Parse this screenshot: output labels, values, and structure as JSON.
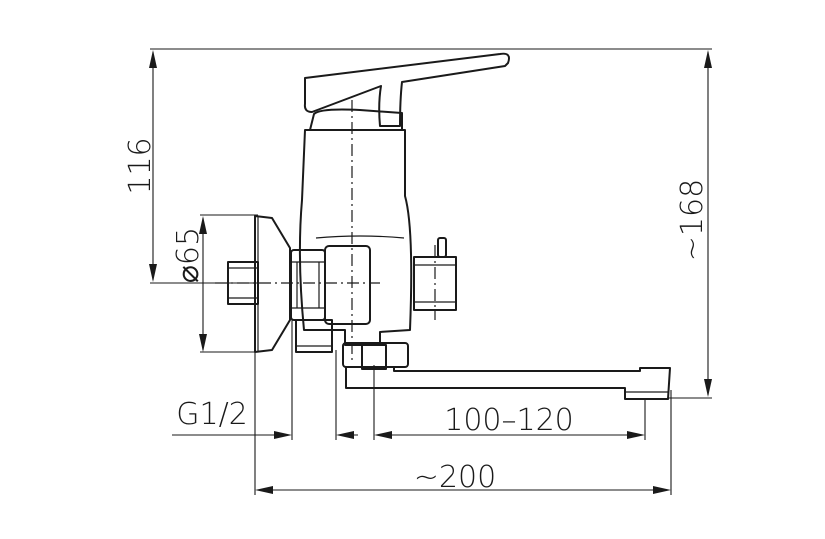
{
  "dimensions": {
    "height_overall": "~168",
    "height_to_axis": "116",
    "flange_diameter": "⌀65",
    "thread": "G1/2",
    "spout_reach": "100–120",
    "overall_length": "~200"
  }
}
